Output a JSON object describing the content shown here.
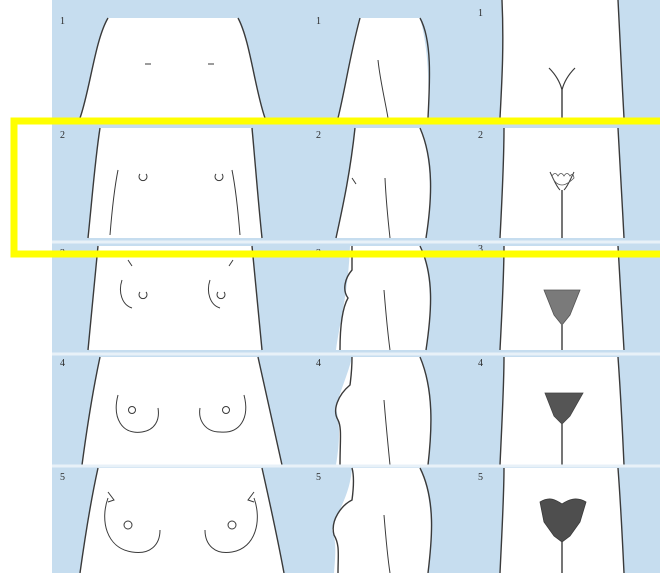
{
  "colors": {
    "background": "#ffffff",
    "panel_blue": "#c6ddef",
    "skin": "#ffffff",
    "outline": "#3a3a3a",
    "hair": "#555555",
    "highlight": "#ffff00"
  },
  "columns": [
    "breast-front",
    "breast-side",
    "pubic-hair"
  ],
  "rows": [
    {
      "stage": "1"
    },
    {
      "stage": "2",
      "highlighted": true
    },
    {
      "stage": "3"
    },
    {
      "stage": "4"
    },
    {
      "stage": "5"
    }
  ]
}
